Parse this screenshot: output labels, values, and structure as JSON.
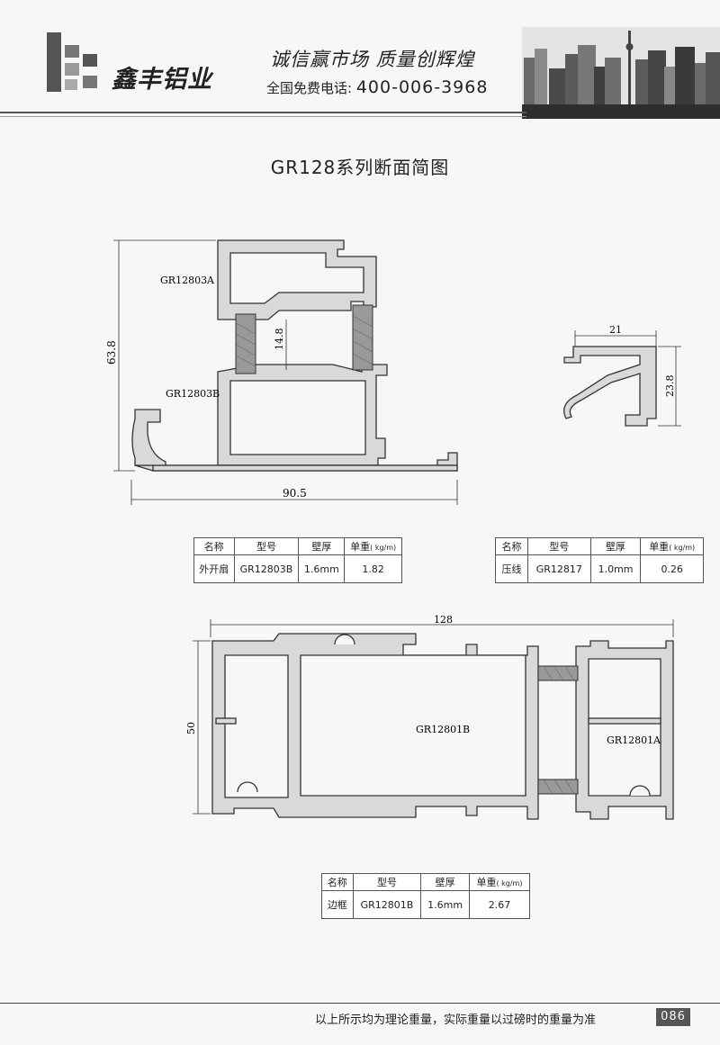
{
  "header": {
    "brand_name": "鑫丰铝业",
    "slogan": "诚信赢市场   质量创辉煌",
    "hotline_label": "全国免费电话:",
    "hotline_number": "400-006-3968"
  },
  "page_title": "GR128系列断面简图",
  "drawing_top": {
    "labels": {
      "upper_profile": "GR12803A",
      "lower_profile": "GR12803B"
    },
    "dimensions": {
      "height": "63.8",
      "width": "90.5",
      "gap": "14.8"
    }
  },
  "drawing_bead": {
    "dimensions": {
      "width": "21",
      "height": "23.8"
    }
  },
  "drawing_frame": {
    "labels": {
      "main_profile": "GR12801B",
      "side_profile": "GR12801A"
    },
    "dimensions": {
      "width": "128",
      "height": "50"
    }
  },
  "table_headers": {
    "name": "名称",
    "model": "型号",
    "thickness": "壁厚",
    "weight": "单重",
    "weight_unit": "( kg/m)"
  },
  "table_sash": {
    "name": "外开扇",
    "model": "GR12803B",
    "thickness": "1.6mm",
    "weight": "1.82"
  },
  "table_bead": {
    "name": "压线",
    "model": "GR12817",
    "thickness": "1.0mm",
    "weight": "0.26"
  },
  "table_frame": {
    "name": "边框",
    "model": "GR12801B",
    "thickness": "1.6mm",
    "weight": "2.67"
  },
  "footer": {
    "note": "以上所示均为理论重量，实际重量以过磅时的重量为准",
    "page_number": "086"
  }
}
